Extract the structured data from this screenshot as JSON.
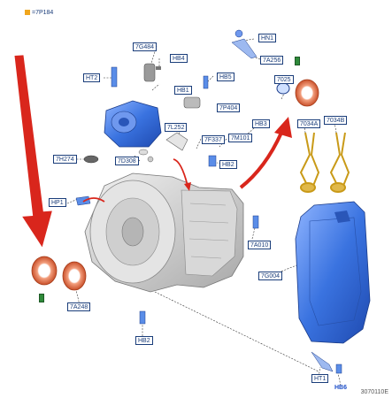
{
  "diagram": {
    "header_label": "=7P184",
    "reference": "3070110E",
    "accent_colors": {
      "part_blue": "#3a73e0",
      "arrow_red": "#d9261c",
      "seal_orange": "#e06a3c",
      "label_green": "#2f8a3a",
      "label_blue": "#1a3d7a"
    },
    "labels": {
      "7G484": "7G484",
      "HB4": "HB4",
      "HN1": "HN1",
      "7A256": "7A256",
      "HT2": "HT2",
      "HB1": "HB1",
      "HB5": "HB5",
      "7P404": "7P404",
      "7025": "7025",
      "HB3": "HB3",
      "7L252": "7L252",
      "7F337": "7F337",
      "7M101": "7M101",
      "7H274": "7H274",
      "7D308": "7D308",
      "HB2": "HB2",
      "7034A": "7034A",
      "7034B": "7034B",
      "HP1": "HP1",
      "7A010": "7A010",
      "7G004": "7G004",
      "7A248": "7A248",
      "HB2b": "HB2",
      "HT1": "HT1",
      "HB6": "HB6"
    }
  }
}
